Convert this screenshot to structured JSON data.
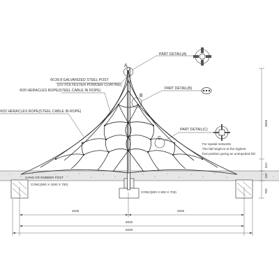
{
  "labels": {
    "post": "Φ139.8 GALVANIZED STEEL POST",
    "post_coating": "(UV POLYESTER POWDER COATING)",
    "rope20": "Φ20 HERACLES ROPE(STEEL CABLE IN ROPE)",
    "rope32": "Φ32 HERACLES ROPE(STEEL CABLE IN ROPE)",
    "part_a": "PART DETAIL(A)",
    "part_b": "PART DETAIL(B)",
    "part_c": "PART DETAIL(C)",
    "callout_a": "A",
    "callout_b": "B",
    "callout_c": "C",
    "sand": "SAND OR RUBBER POST",
    "conc_left": "CONC(800 X 1000 X 700)",
    "conc_right": "CONC(600 X 600 X 700)",
    "note1": "For spatial networks",
    "note2": "The fall height is to the highest",
    "note3": "foot position giving an unimpeded fall"
  },
  "dimensions": {
    "height_total": "3900",
    "dim_small1": "410",
    "dim_small2": "150",
    "dim_base": "700",
    "half_left": "4000",
    "half_right": "4000",
    "span_inner": "8000",
    "span_total": "8200"
  },
  "icons": {
    "detail_a": "pole-top-clamp-icon",
    "detail_b": "rope-connector-icon",
    "detail_c": "cross-connector-icon"
  }
}
